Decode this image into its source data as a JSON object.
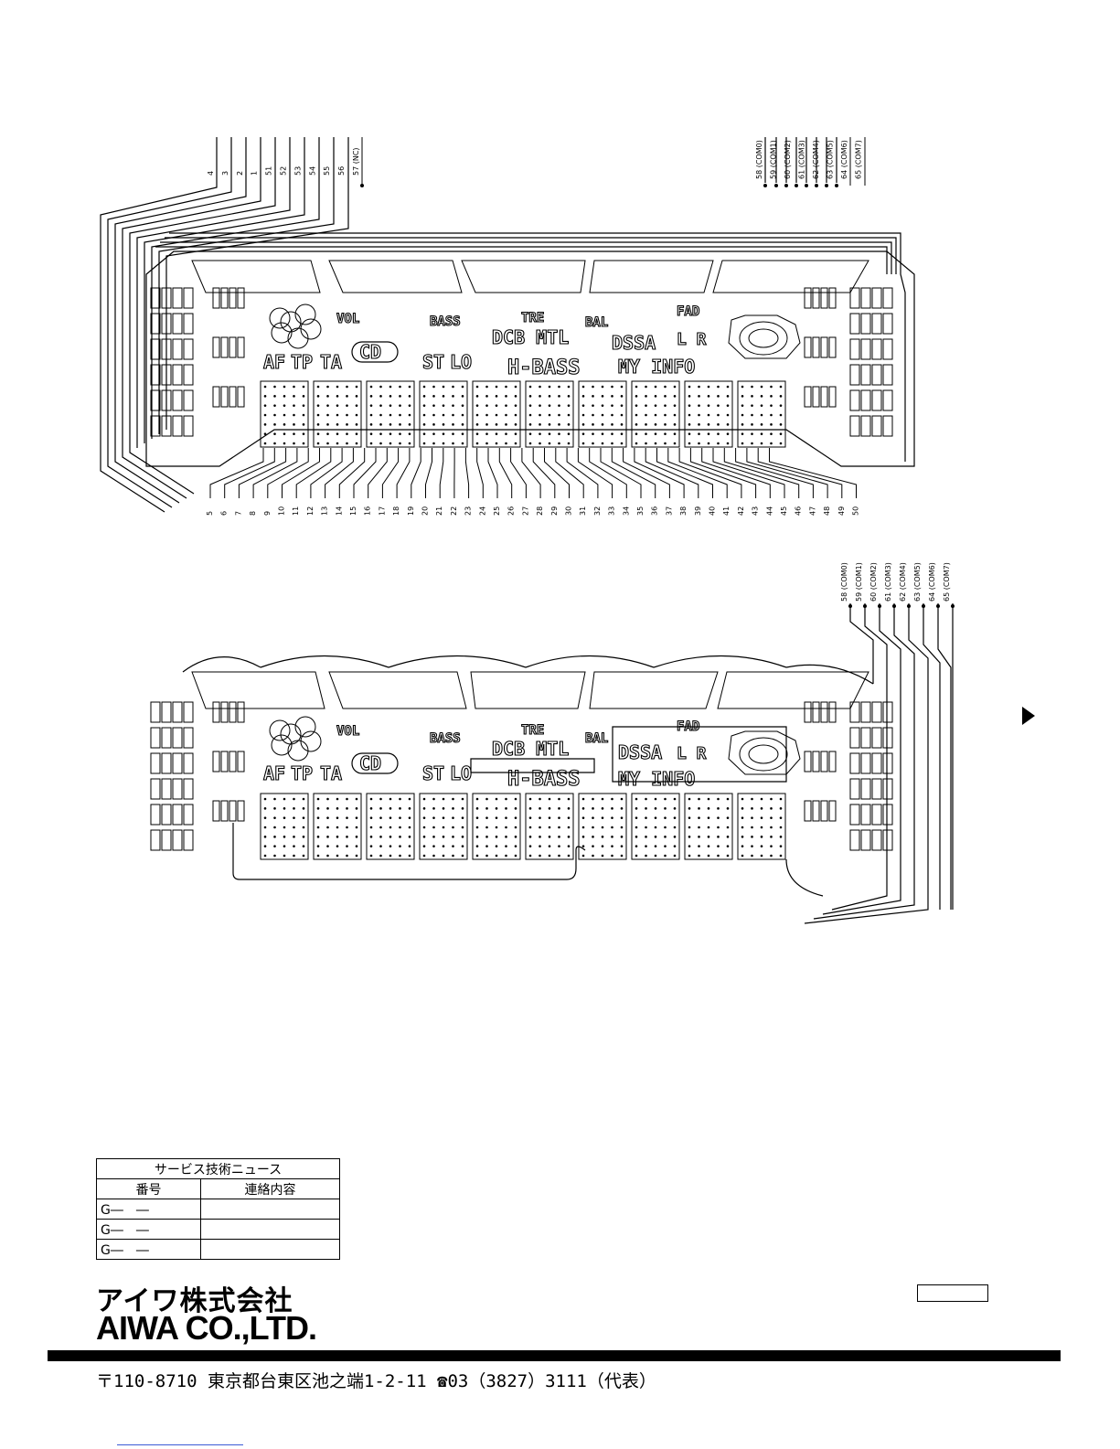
{
  "top_diagram": {
    "left_pins": [
      "4",
      "3",
      "2",
      "1",
      "51",
      "52",
      "53",
      "54",
      "55",
      "56",
      "57 (NC)"
    ],
    "right_pins": [
      "58 (COM0)",
      "59 (COM1)",
      "60 (COM2)",
      "61 (COM3)",
      "62 (COM4)",
      "63 (COM5)",
      "64 (COM6)",
      "65 (COM7)"
    ],
    "bottom_pins": [
      "5",
      "6",
      "7",
      "8",
      "9",
      "10",
      "11",
      "12",
      "13",
      "14",
      "15",
      "16",
      "17",
      "18",
      "19",
      "20",
      "21",
      "22",
      "23",
      "24",
      "25",
      "26",
      "27",
      "28",
      "29",
      "30",
      "31",
      "32",
      "33",
      "34",
      "35",
      "36",
      "37",
      "38",
      "39",
      "40",
      "41",
      "42",
      "43",
      "44",
      "45",
      "46",
      "47",
      "48",
      "49",
      "50"
    ]
  },
  "bottom_diagram": {
    "right_pins": [
      "58 (COM0)",
      "59 (COM1)",
      "60 (COM2)",
      "61 (COM3)",
      "62 (COM4)",
      "63 (COM5)",
      "64 (COM6)",
      "65 (COM7)"
    ]
  },
  "display_labels": {
    "vol": "VOL",
    "bass": "BASS",
    "tre": "TRE",
    "bal": "BAL",
    "fad": "FAD",
    "af": "AF",
    "tp": "TP",
    "ta": "TA",
    "cd": "CD",
    "st": "ST",
    "lo": "LO",
    "dcb_mtl": "DCB MTL",
    "hbass": "H-BASS",
    "dssa": "DSSA",
    "lr": "L R",
    "my_info": "MY INFO"
  },
  "service_table": {
    "title": "サービス技術ニュース",
    "col_number": "番号",
    "col_content": "連絡内容",
    "rows": [
      {
        "number": "G―　―",
        "content": ""
      },
      {
        "number": "G―　―",
        "content": ""
      },
      {
        "number": "G―　―",
        "content": ""
      }
    ]
  },
  "company": {
    "name_jp": "アイワ株式会社",
    "name_en": "AIWA CO.,LTD.",
    "address": "〒110-8710 東京都台東区池之端1-2-11 ☎03（3827）3111（代表）"
  }
}
